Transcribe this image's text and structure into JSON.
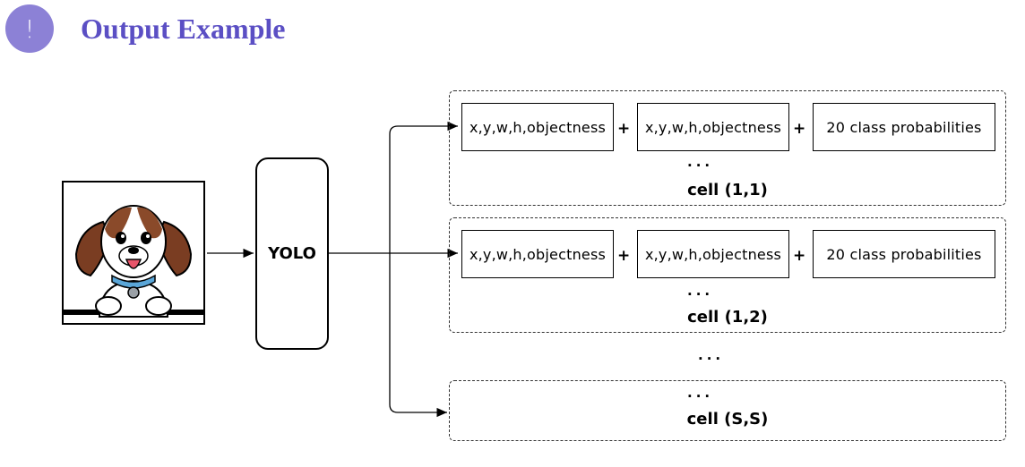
{
  "header": {
    "badge_glyph": "!",
    "title": "Output Example"
  },
  "input_image": {
    "icon": "puppy-icon"
  },
  "model": {
    "label": "YOLO"
  },
  "cells": [
    {
      "boxes": [
        "x,y,w,h,objectness",
        "x,y,w,h,objectness",
        "20 class probabilities"
      ],
      "plus": [
        "+",
        "+"
      ],
      "dots": "...",
      "label": "cell (1,1)"
    },
    {
      "boxes": [
        "x,y,w,h,objectness",
        "x,y,w,h,objectness",
        "20 class probabilities"
      ],
      "plus": [
        "+",
        "+"
      ],
      "dots": "...",
      "label": "cell (1,2)"
    },
    {
      "dots": "...",
      "label": "cell (S,S)"
    }
  ],
  "between_dots": "...",
  "colors": {
    "badge": "#8c81d6",
    "title": "#5b4fc4"
  }
}
